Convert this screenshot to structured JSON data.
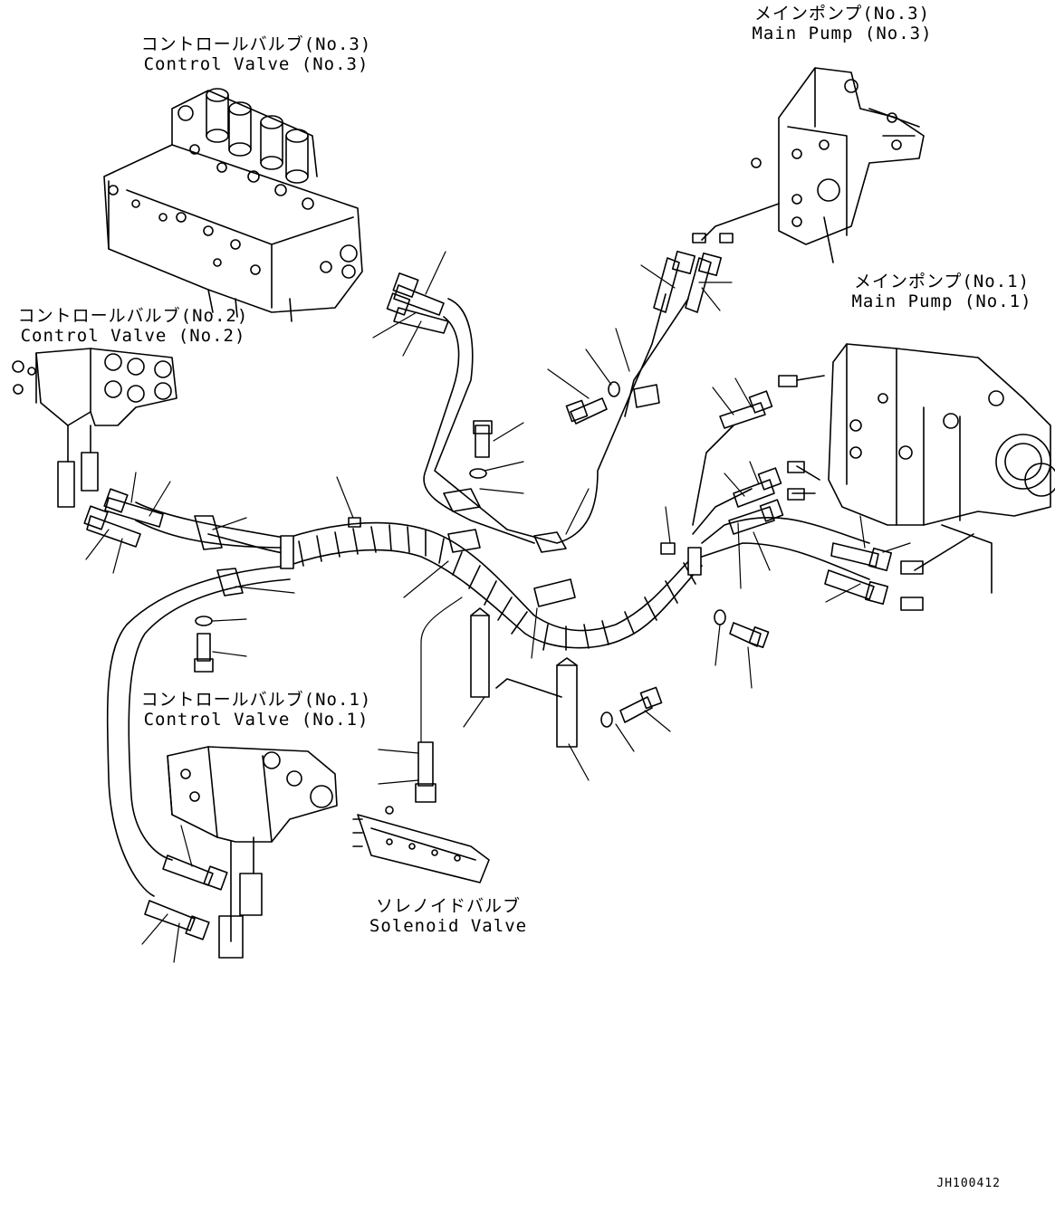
{
  "labels": {
    "cv3": {
      "jp": "コントロールバルブ(No.3)",
      "en": "Control Valve (No.3)"
    },
    "mp3": {
      "jp": "メインポンプ(No.3)",
      "en": "Main Pump (No.3)"
    },
    "cv2": {
      "jp": "コントロールバルブ(No.2)",
      "en": "Control Valve (No.2)"
    },
    "mp1": {
      "jp": "メインポンプ(No.1)",
      "en": "Main Pump (No.1)"
    },
    "cv1": {
      "jp": "コントロールバルブ(No.1)",
      "en": "Control Valve (No.1)"
    },
    "sol": {
      "jp": "ソレノイドバルブ",
      "en": "Solenoid Valve"
    }
  },
  "drawing_code": "JH100412",
  "colors": {
    "line": "#000000",
    "background": "#ffffff"
  }
}
